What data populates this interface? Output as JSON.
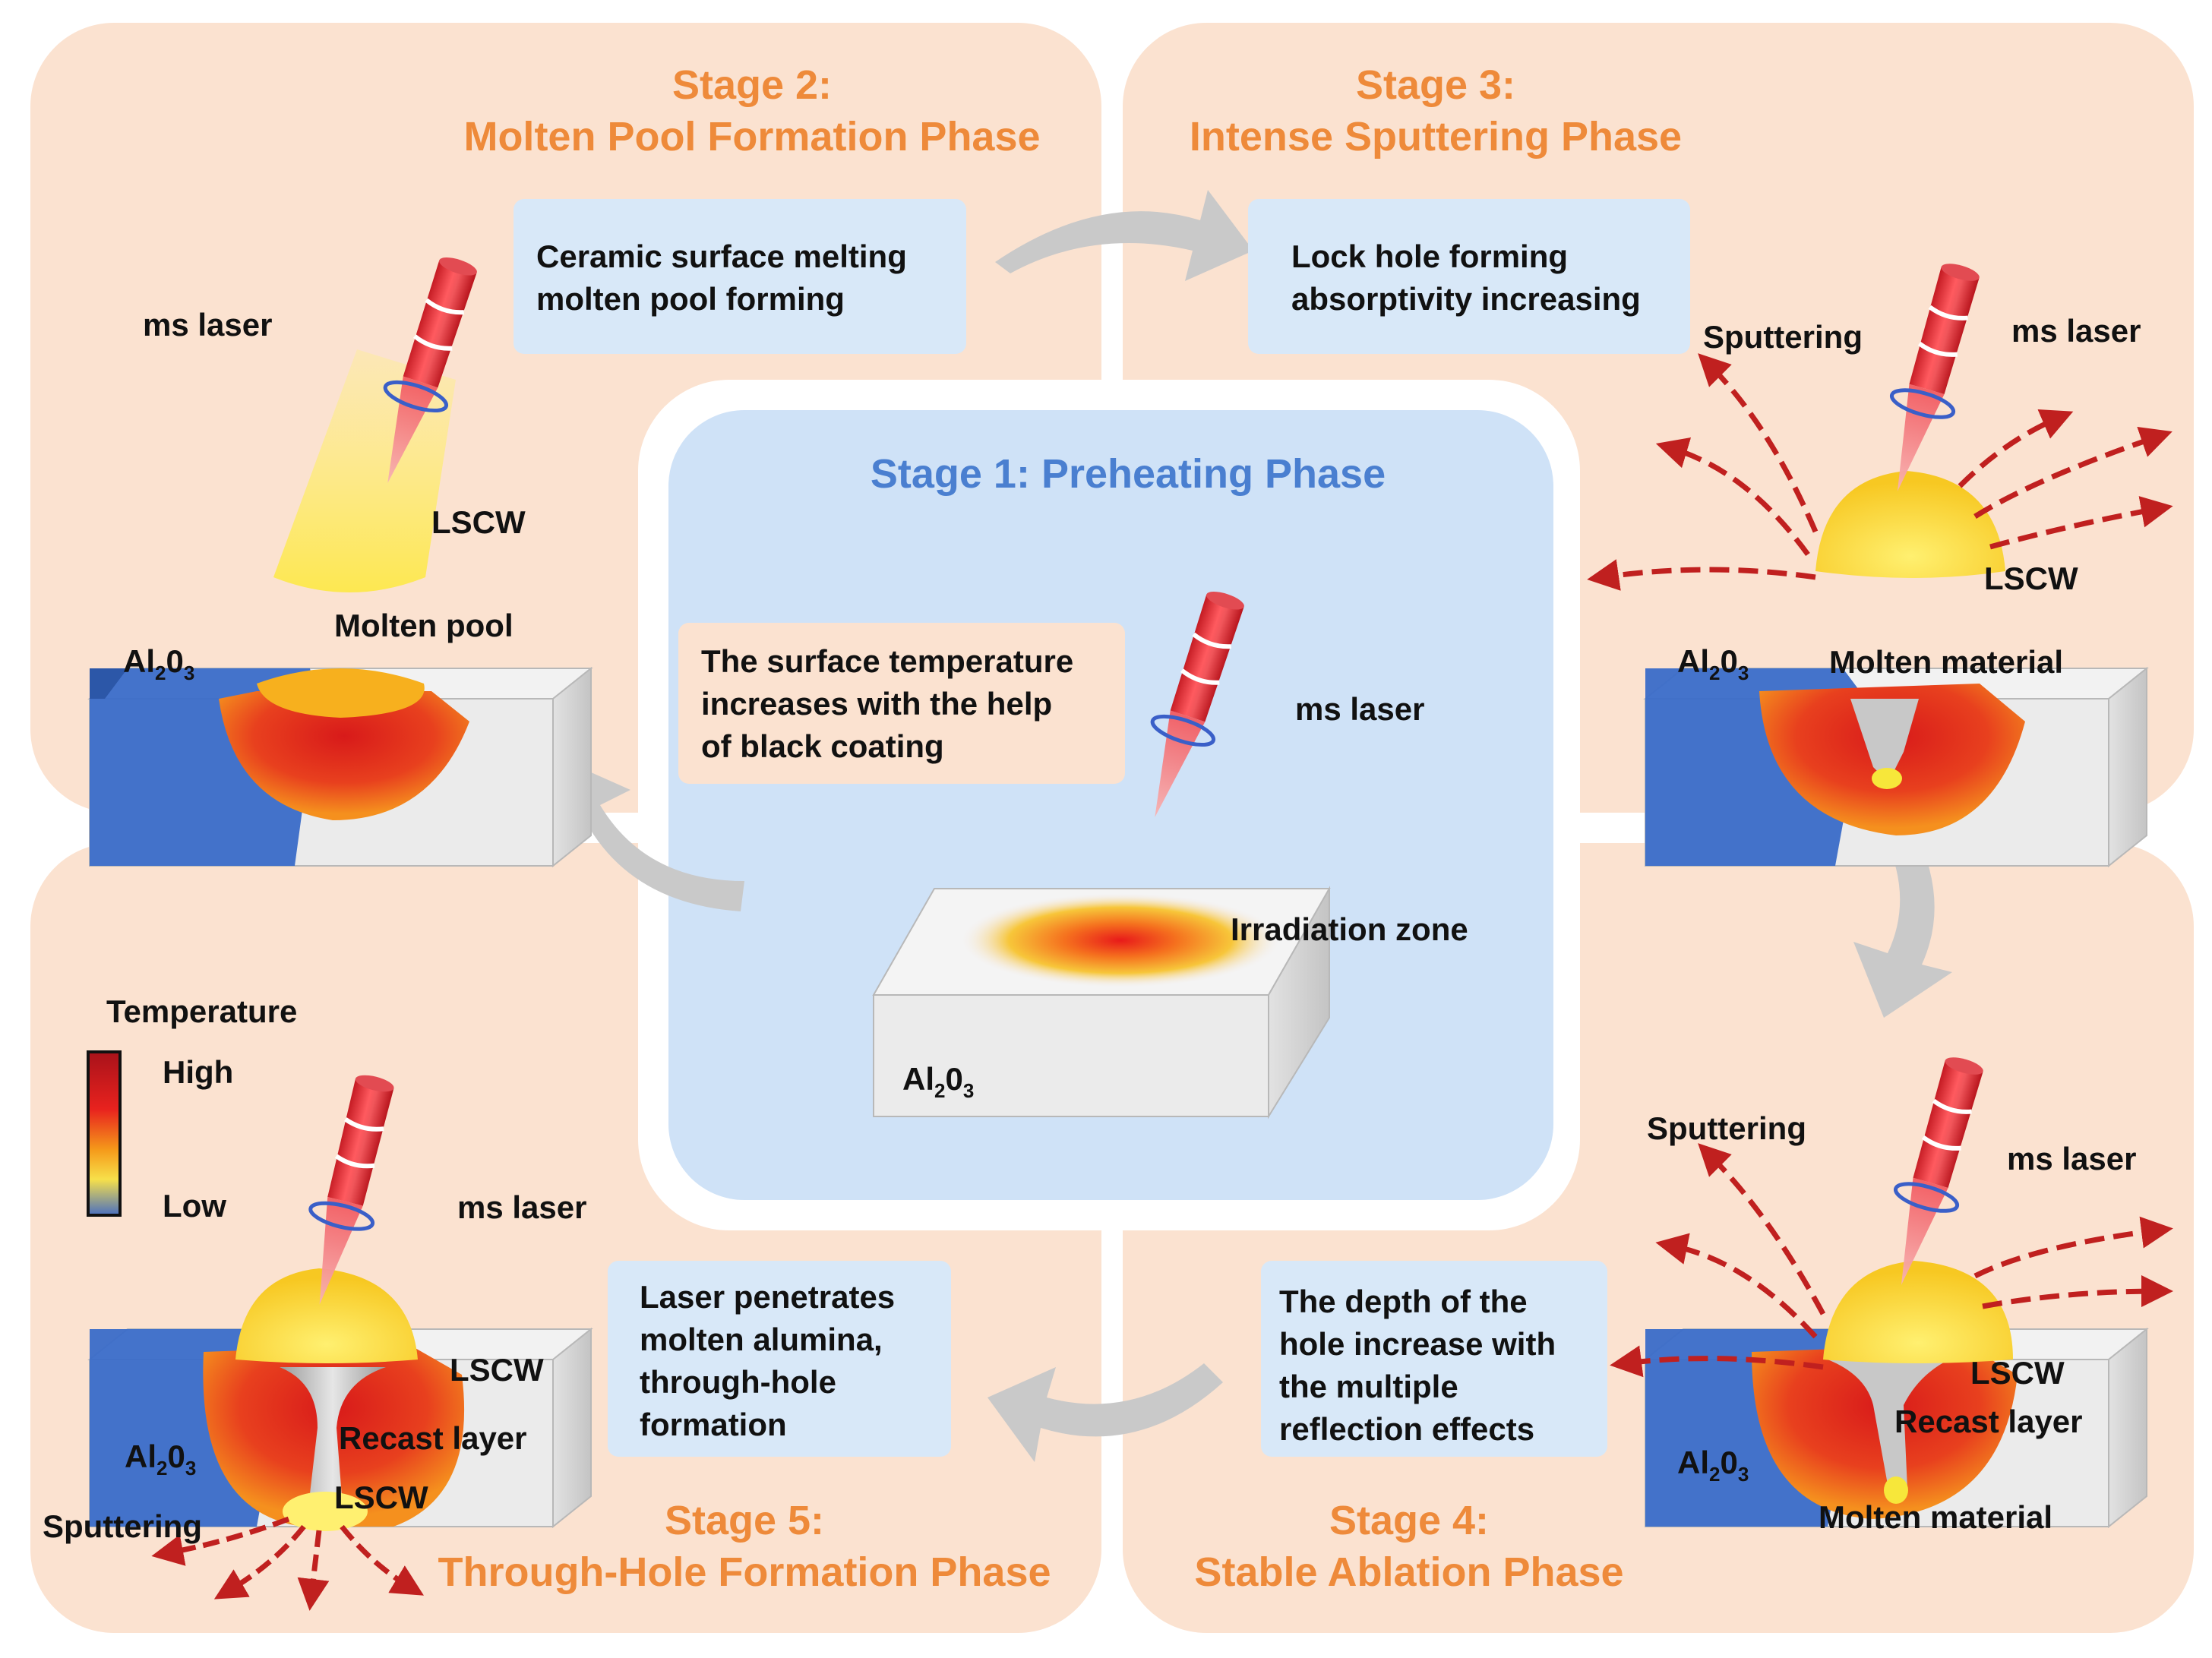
{
  "stage1": {
    "title": "Stage 1: Preheating Phase",
    "note": [
      "The surface temperature",
      "increases with the help",
      "of black coating"
    ],
    "laser": "ms laser",
    "zone": "Irradiation zone",
    "material": {
      "base": "Al",
      "sub1": "2",
      "mid": "0",
      "sub2": "3"
    }
  },
  "stage2": {
    "title_line1": "Stage 2:",
    "title_line2": "Molten Pool Formation Phase",
    "note": [
      "Ceramic surface melting",
      "molten pool  forming"
    ],
    "laser": "ms laser",
    "lscw": "LSCW",
    "pool": "Molten  pool",
    "material": {
      "base": "Al",
      "sub1": "2",
      "mid": "0",
      "sub2": "3"
    }
  },
  "stage3": {
    "title_line1": "Stage 3:",
    "title_line2": "Intense Sputtering Phase",
    "note": [
      "Lock hole forming",
      "absorptivity increasing"
    ],
    "sputtering": "Sputtering",
    "laser": "ms laser",
    "lscw": "LSCW",
    "molten": "Molten material",
    "material": {
      "base": "Al",
      "sub1": "2",
      "mid": "0",
      "sub2": "3"
    }
  },
  "stage4": {
    "title_line1": "Stage 4:",
    "title_line2": "Stable Ablation Phase",
    "note": [
      "The depth of the",
      "hole increase with",
      "the multiple",
      "reflection effects"
    ],
    "sputtering": "Sputtering",
    "laser": "ms laser",
    "lscw": "LSCW",
    "recast": "Recast layer",
    "molten": "Molten material",
    "material": {
      "base": "Al",
      "sub1": "2",
      "mid": "0",
      "sub2": "3"
    }
  },
  "stage5": {
    "title_line1": "Stage 5:",
    "title_line2": "Through-Hole Formation Phase",
    "note": [
      "Laser penetrates",
      "molten alumina,",
      "through-hole",
      "formation"
    ],
    "laser": "ms laser",
    "lscw_top": "LSCW",
    "recast": "Recast layer",
    "lscw_bottom": "LSCW",
    "sputtering": "Sputtering",
    "material": {
      "base": "Al",
      "sub1": "2",
      "mid": "0",
      "sub2": "3"
    }
  },
  "legend": {
    "title": "Temperature",
    "high": "High",
    "low": "Low"
  },
  "colors": {
    "panel_bg": "#fbe2d0",
    "center_bg": "#cfe2f7",
    "note_blue": "#d8e8f8",
    "note_peach": "#fbe2d0",
    "title_orange": "#ee8a3a",
    "title_blue": "#4a7fd0",
    "arrow_gray": "#c8c8c8",
    "laser_red": "#e8343a",
    "spark_red": "#c0201f"
  }
}
